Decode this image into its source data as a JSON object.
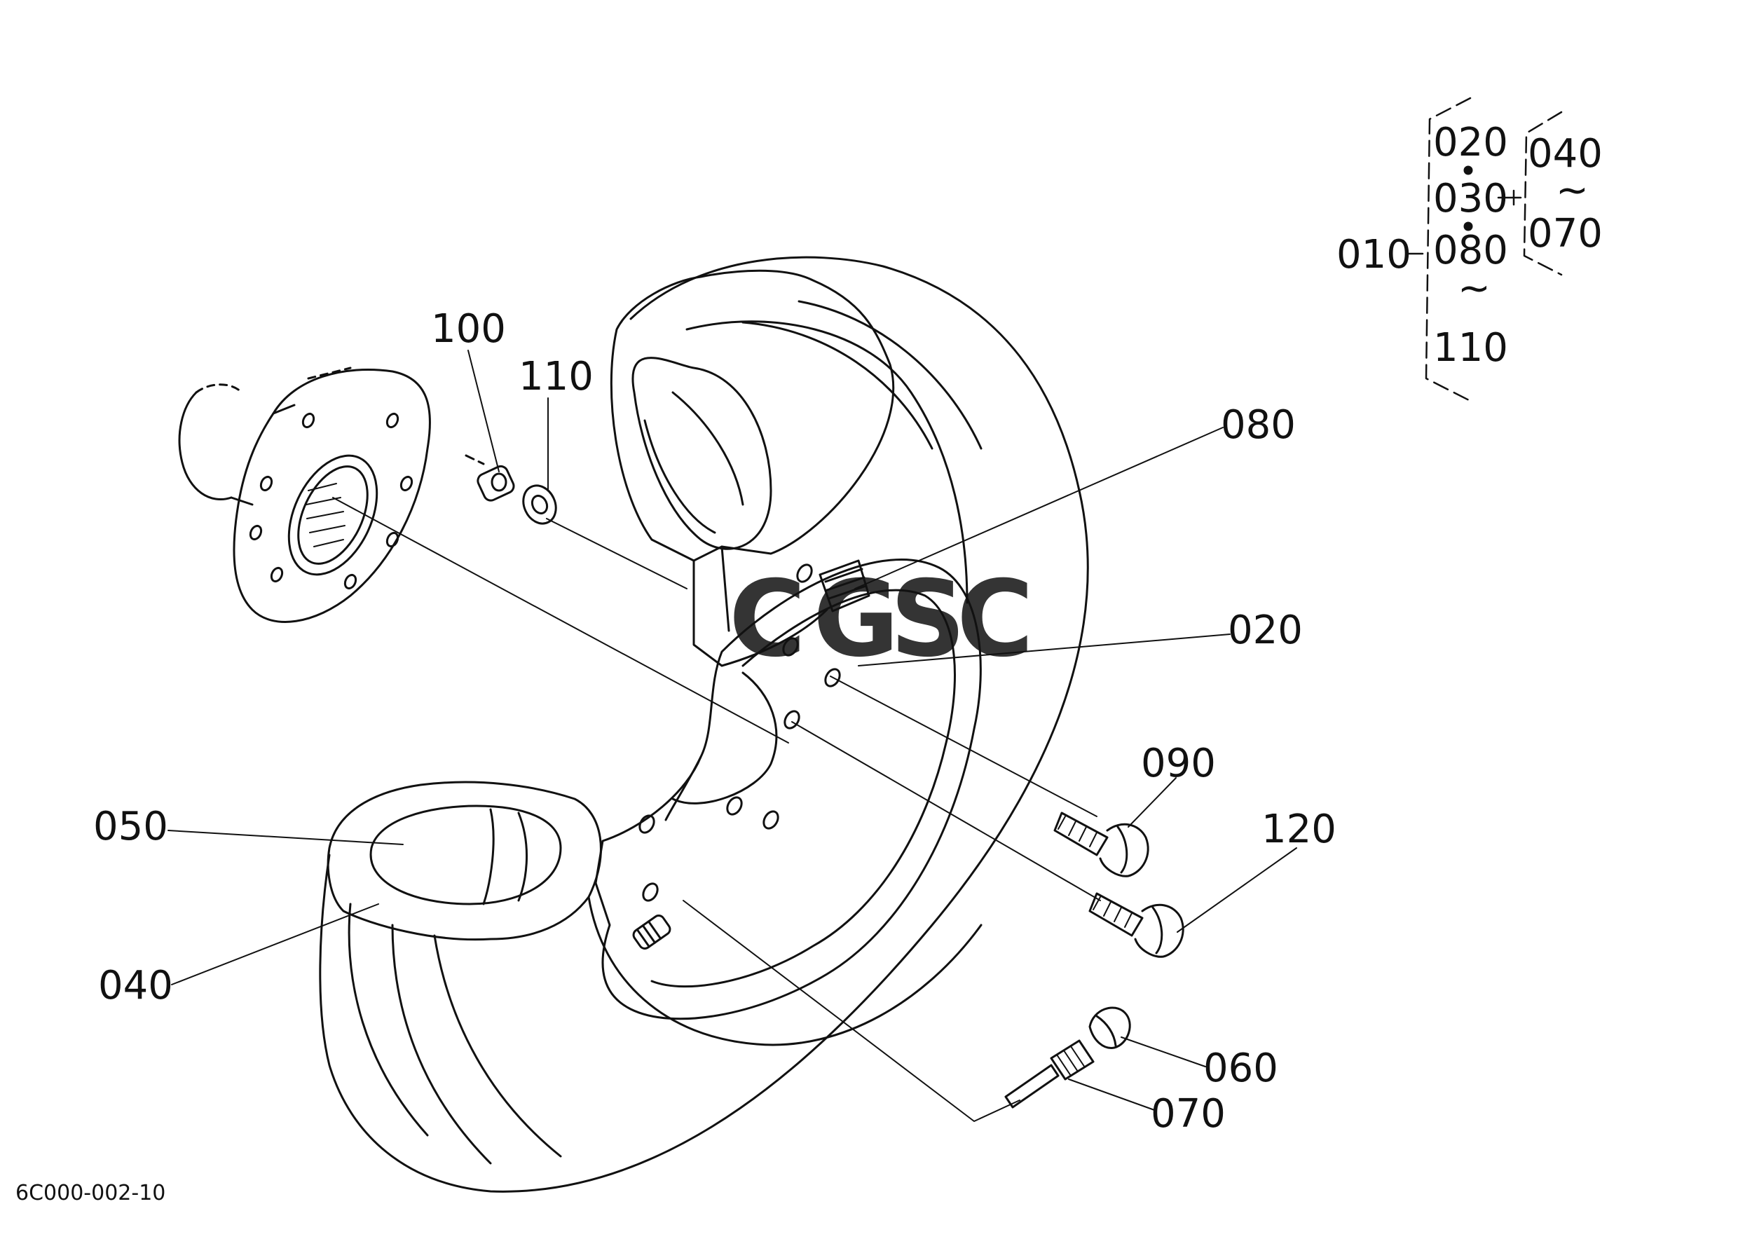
{
  "diagram": {
    "part_labels": {
      "p100": "100",
      "p110": "110",
      "p080": "080",
      "p020": "020",
      "p090": "090",
      "p120": "120",
      "p050": "050",
      "p040": "040",
      "p060": "060",
      "p070": "070"
    },
    "assembly_group": {
      "root": "010",
      "items": [
        "020",
        "030",
        "080",
        "110"
      ],
      "sub_items": [
        "040",
        "070"
      ],
      "range_mark": "~"
    },
    "drawing_code": "6C000-002-10",
    "watermark": {
      "letters": [
        "C",
        "G",
        "S",
        "C"
      ],
      "colors": [
        "#4a86e8",
        "#ea6b66",
        "#f4c842",
        "#34a06e"
      ]
    }
  }
}
